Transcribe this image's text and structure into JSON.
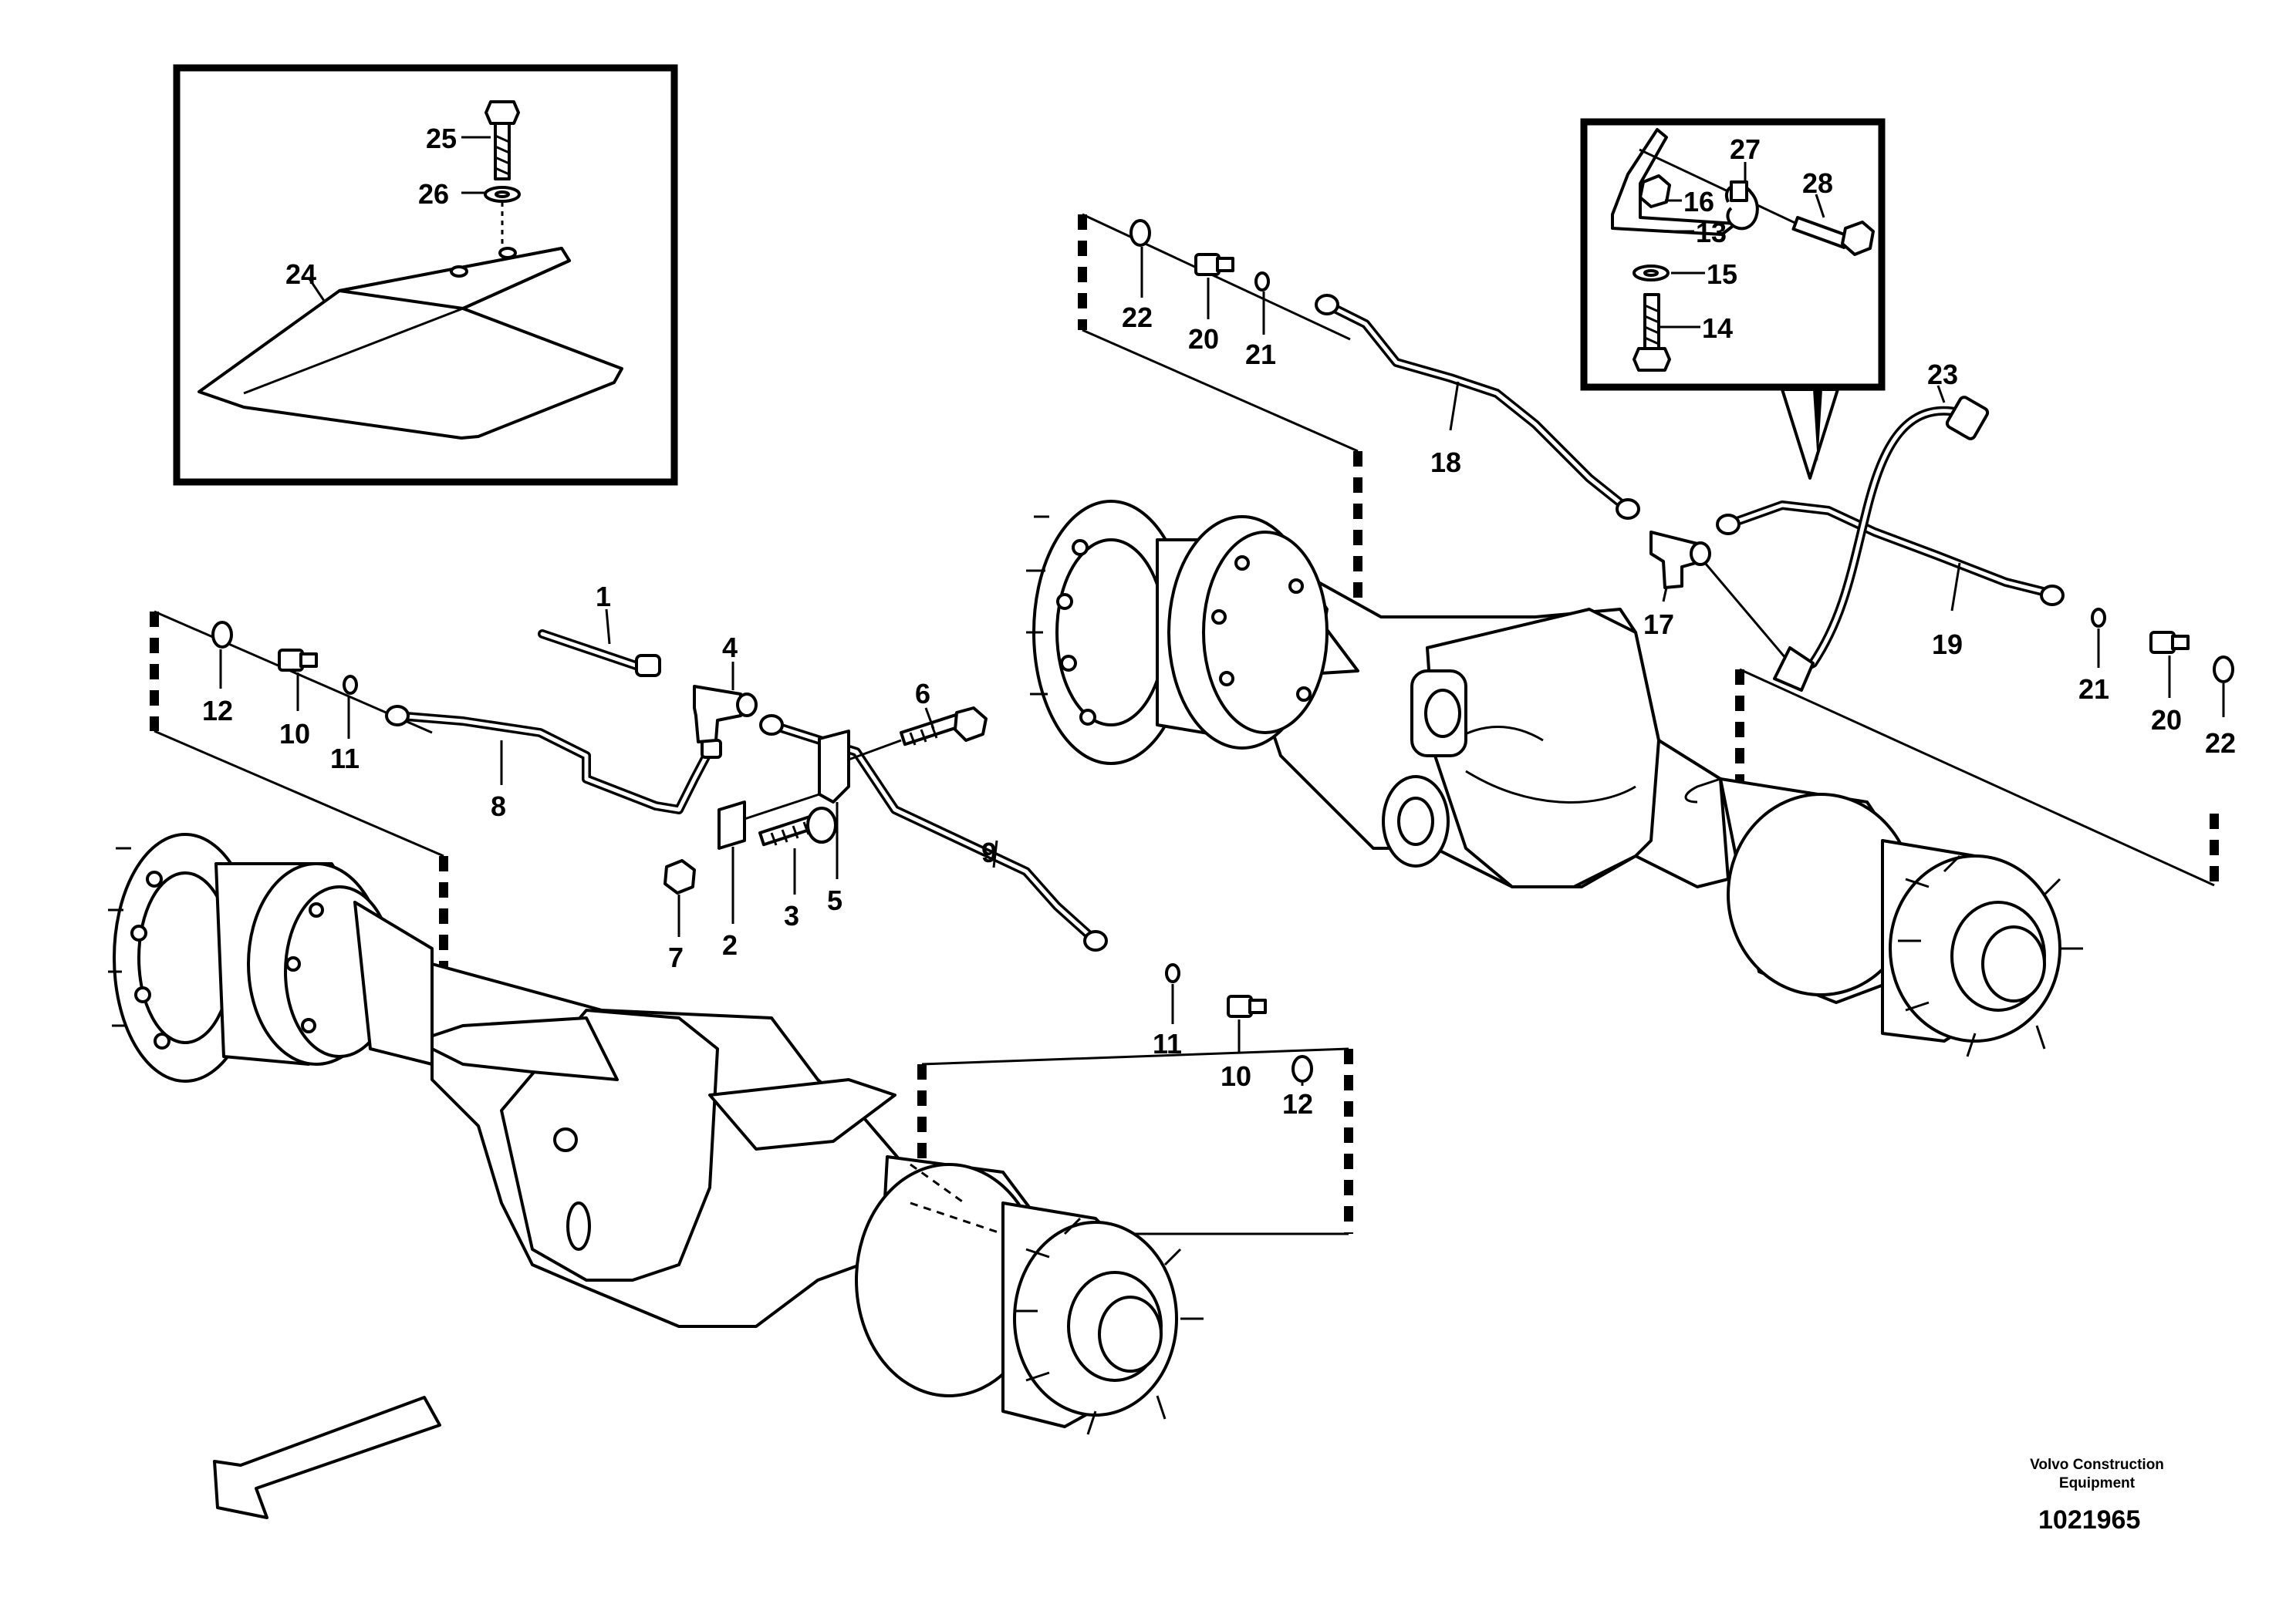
{
  "labels": {
    "p1": "1",
    "p2": "2",
    "p3": "3",
    "p4": "4",
    "p5": "5",
    "p6": "6",
    "p7": "7",
    "p8": "8",
    "p9": "9",
    "p10": "10",
    "p11": "11",
    "p12": "12",
    "p13": "13",
    "p14": "14",
    "p15": "15",
    "p16": "16",
    "p17": "17",
    "p18": "18",
    "p19": "19",
    "p20": "20",
    "p21": "21",
    "p22": "22",
    "p23": "23",
    "p24": "24",
    "p25": "25",
    "p26": "26",
    "p27": "27",
    "p28": "28"
  },
  "footer": {
    "brand_line1": "Volvo Construction",
    "brand_line2": "Equipment",
    "drawing_number": "1021965"
  }
}
